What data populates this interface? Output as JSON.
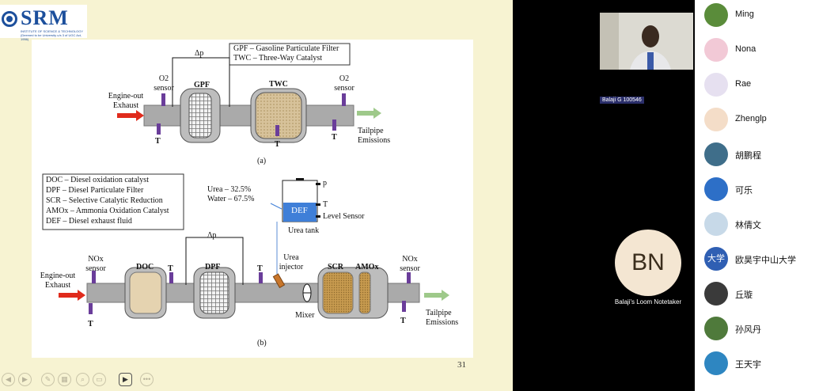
{
  "slide": {
    "logo": {
      "name": "SRM",
      "subtitle": "INSTITUTE OF SCIENCE & TECHNOLOGY (Deemed to be University u/s 3 of UGC Act, 1956)"
    },
    "page_number": "31",
    "diagram_a": {
      "legend": [
        "GPF – Gasoline Particulate Filter",
        "TWC – Three-Way Catalyst"
      ],
      "engine_out": [
        "Engine-out",
        "Exhaust"
      ],
      "o2_left": [
        "O2",
        "sensor"
      ],
      "o2_right": [
        "O2",
        "sensor"
      ],
      "delta_p": "Δp",
      "gpf": "GPF",
      "twc": "TWC",
      "t_labels": [
        "T",
        "T",
        "T"
      ],
      "tailpipe": [
        "Tailpipe",
        "Emissions"
      ],
      "caption": "(a)"
    },
    "diagram_b": {
      "legend": [
        "DOC – Diesel oxidation catalyst",
        "DPF – Diesel Particulate Filter",
        "SCR – Selective Catalytic Reduction",
        "AMOx – Ammonia Oxidation Catalyst",
        "DEF – Diesel exhaust fluid"
      ],
      "urea": [
        "Urea – 32.5%",
        "Water – 67.5%"
      ],
      "def": "DEF",
      "urea_tank": "Urea tank",
      "p": "p",
      "t_tank": "T",
      "level_sensor": "Level Sensor",
      "engine_out": [
        "Engine-out",
        "Exhaust"
      ],
      "nox_left": [
        "NOx",
        "sensor"
      ],
      "nox_right": [
        "NOx",
        "sensor"
      ],
      "doc": "DOC",
      "dpf": "DPF",
      "scr": "SCR",
      "amox": "AMOx",
      "delta_p": "Δp",
      "t_labels": [
        "T",
        "T",
        "T",
        "T"
      ],
      "urea_injector": [
        "Urea",
        "injector"
      ],
      "mixer": "Mixer",
      "tailpipe": [
        "Tailpipe",
        "Emissions"
      ],
      "caption": "(b)"
    }
  },
  "camera": {
    "name_tag": "Balaji G 100546"
  },
  "notetaker": {
    "initials": "BN",
    "label": "Balaji's Loom Notetaker"
  },
  "participants": [
    {
      "name": "Ming",
      "avatar_color": "#5a8c3a",
      "avatar_text": ""
    },
    {
      "name": "Nona",
      "avatar_color": "#f2c9d6",
      "avatar_text": ""
    },
    {
      "name": "Rae",
      "avatar_color": "#e6e0f0",
      "avatar_text": ""
    },
    {
      "name": "Zhenglp",
      "avatar_color": "#f4ddc8",
      "avatar_text": ""
    },
    {
      "name": "胡鹏程",
      "avatar_color": "#3f6e8a",
      "avatar_text": ""
    },
    {
      "name": "可乐",
      "avatar_color": "#2d6fc7",
      "avatar_text": ""
    },
    {
      "name": "林倩文",
      "avatar_color": "#c7d9e8",
      "avatar_text": ""
    },
    {
      "name": "欧昊宇中山大学",
      "avatar_color": "#2f5fb3",
      "avatar_text": "大学"
    },
    {
      "name": "丘璇",
      "avatar_color": "#3a3a3a",
      "avatar_text": ""
    },
    {
      "name": "孙风丹",
      "avatar_color": "#4f7a3b",
      "avatar_text": ""
    },
    {
      "name": "王天宇",
      "avatar_color": "#2e86c1",
      "avatar_text": ""
    }
  ]
}
